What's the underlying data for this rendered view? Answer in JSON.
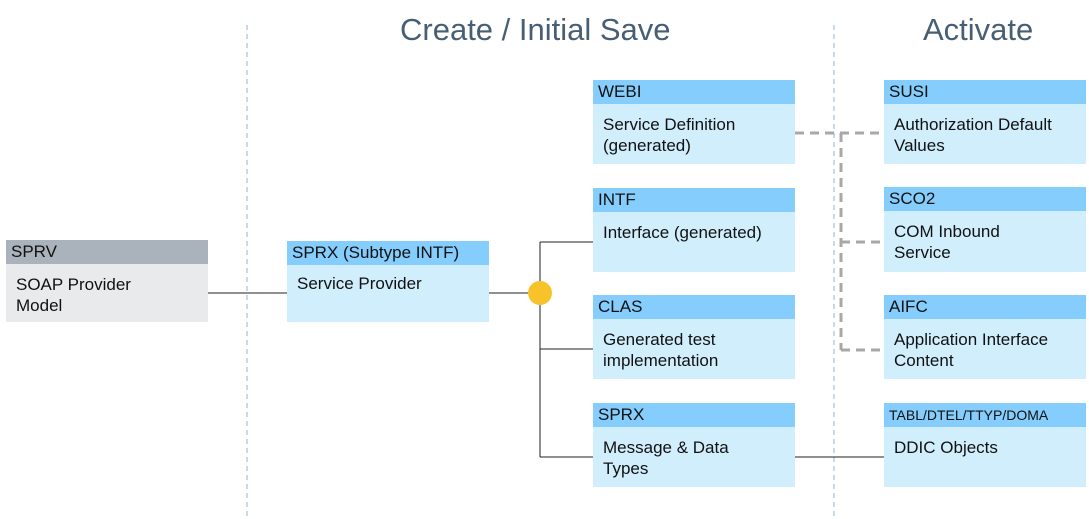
{
  "phases": {
    "create": "Create / Initial Save",
    "activate": "Activate"
  },
  "nodes": {
    "sprv": {
      "type": "SPRV",
      "label": "SOAP Provider\nModel"
    },
    "sprx_main": {
      "type": "SPRX (Subtype INTF)",
      "label": "Service Provider"
    },
    "webi": {
      "type": "WEBI",
      "label": "Service Definition\n(generated)"
    },
    "intf": {
      "type": "INTF",
      "label": "Interface (generated)"
    },
    "clas": {
      "type": "CLAS",
      "label": "Generated test\nimplementation"
    },
    "sprx": {
      "type": "SPRX",
      "label": "Message & Data\nTypes"
    },
    "susi": {
      "type": "SUSI",
      "label": "Authorization Default\nValues"
    },
    "sco2": {
      "type": "SCO2",
      "label": "COM Inbound\nService"
    },
    "aifc": {
      "type": "AIFC",
      "label": "Application Interface\nContent"
    },
    "ddic": {
      "type": "TABL/DTEL/TTYP/DOMA",
      "label": "DDIC Objects"
    }
  },
  "colors": {
    "header_blue": "#84cdfc",
    "body_blue": "#d1eefd",
    "header_grey": "#aab2bb",
    "body_grey": "#e8eaec",
    "phase_title": "#475e75",
    "junction": "#f8c22a",
    "dashed_connector": "#a8a8a8",
    "divider": "#8fb4d4"
  }
}
